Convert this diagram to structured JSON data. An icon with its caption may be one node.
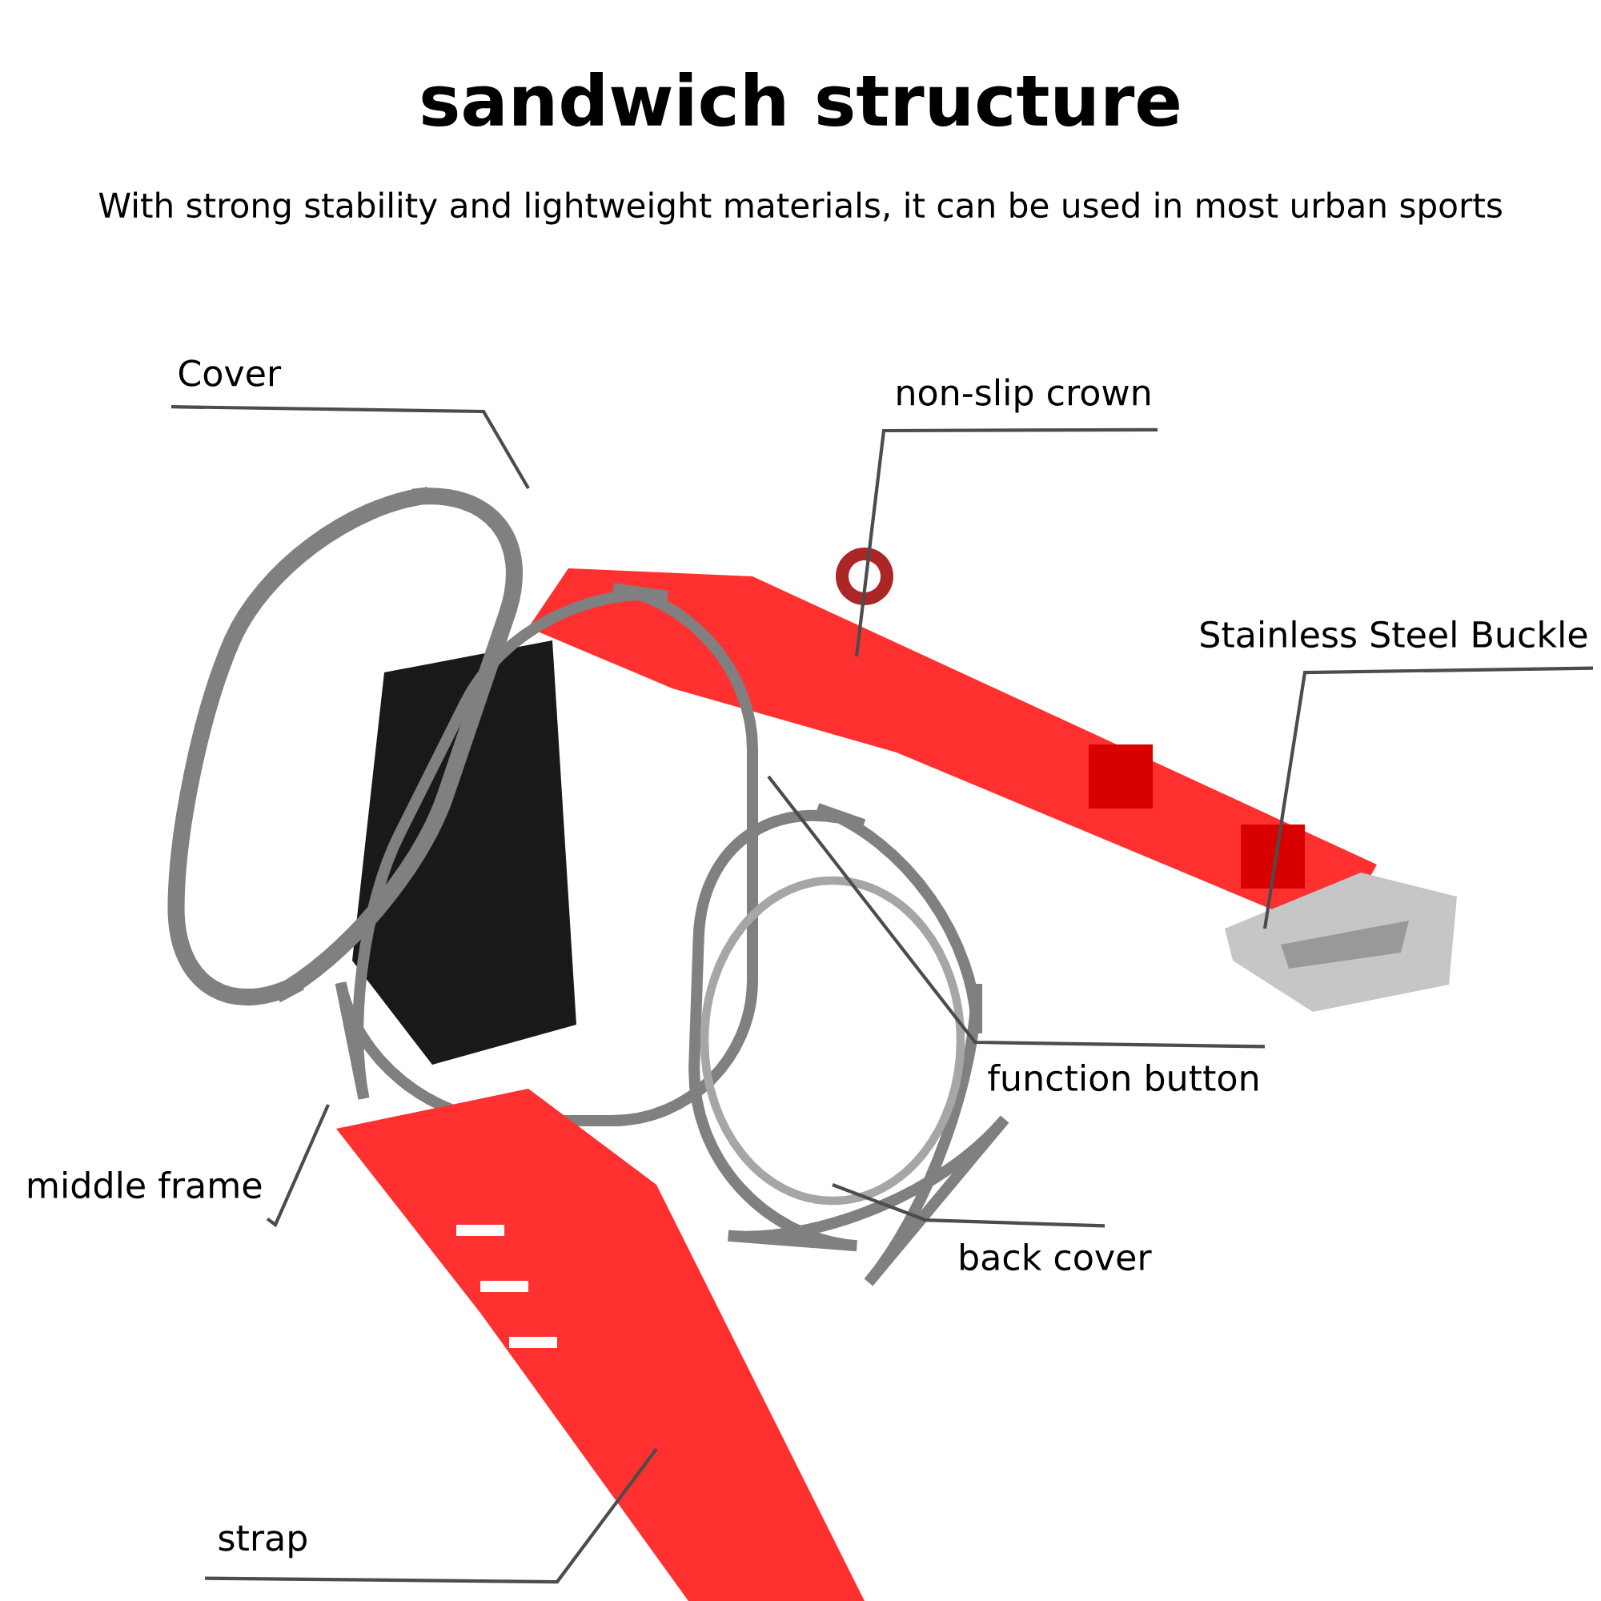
{
  "diagram": {
    "title": "sandwich structure",
    "caption": "With strong stability and lightweight materials, it can be used in most urban sports",
    "nodes": [
      {
        "text": [
          "Cover"
        ]
      },
      {
        "text": [
          "non-slip crown"
        ]
      },
      {
        "text": [
          "Stainless Steel Buckle"
        ]
      },
      {
        "text": [
          "function button"
        ]
      },
      {
        "text": [
          "middle frame"
        ]
      },
      {
        "text": [
          "back cover"
        ]
      },
      {
        "text": [
          "strap"
        ]
      }
    ],
    "edges": [
      {
        "from": 0,
        "to": null,
        "arrow": "none"
      },
      {
        "from": 1,
        "to": null,
        "arrow": "none"
      },
      {
        "from": 2,
        "to": null,
        "arrow": "none"
      },
      {
        "from": 3,
        "to": null,
        "arrow": "none"
      },
      {
        "from": 4,
        "to": null,
        "arrow": "none"
      },
      {
        "from": 5,
        "to": null,
        "arrow": "none"
      },
      {
        "from": 6,
        "to": null,
        "arrow": "none"
      }
    ]
  }
}
